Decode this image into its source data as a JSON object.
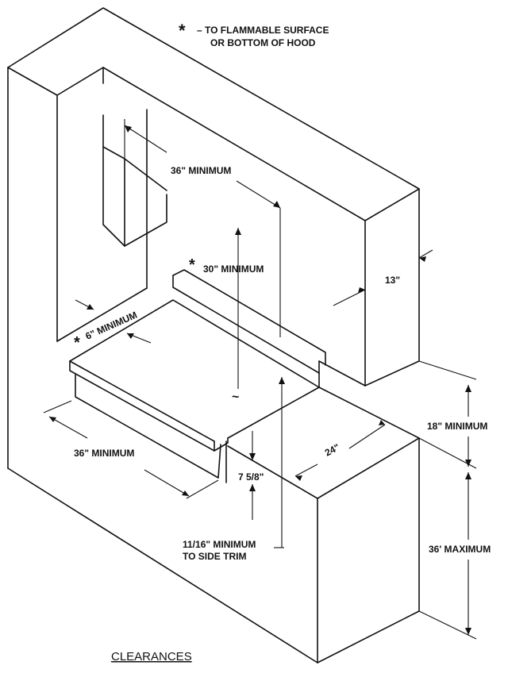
{
  "notes": {
    "asterisk": "*",
    "line1": "– TO FLAMMABLE SURFACE",
    "line2": "OR BOTTOM OF HOOD"
  },
  "dimensions": {
    "hood_width": "36\" MINIMUM",
    "hood_height": "30\" MINIMUM",
    "hood_height_marker": "*",
    "side_clearance": "6\" MINIMUM",
    "side_clearance_marker": "*",
    "cabinet_depth": "13\"",
    "counter_depth": "24\"",
    "opening_width": "36\" MINIMUM",
    "cooktop_height": "7 5/8\"",
    "trim_line1": "11/16\" MINIMUM",
    "trim_line2": "TO SIDE TRIM",
    "upper_clearance": "18\" MINIMUM",
    "base_height": "36' MAXIMUM",
    "break_mark": "~"
  },
  "title": "CLEARANCES"
}
